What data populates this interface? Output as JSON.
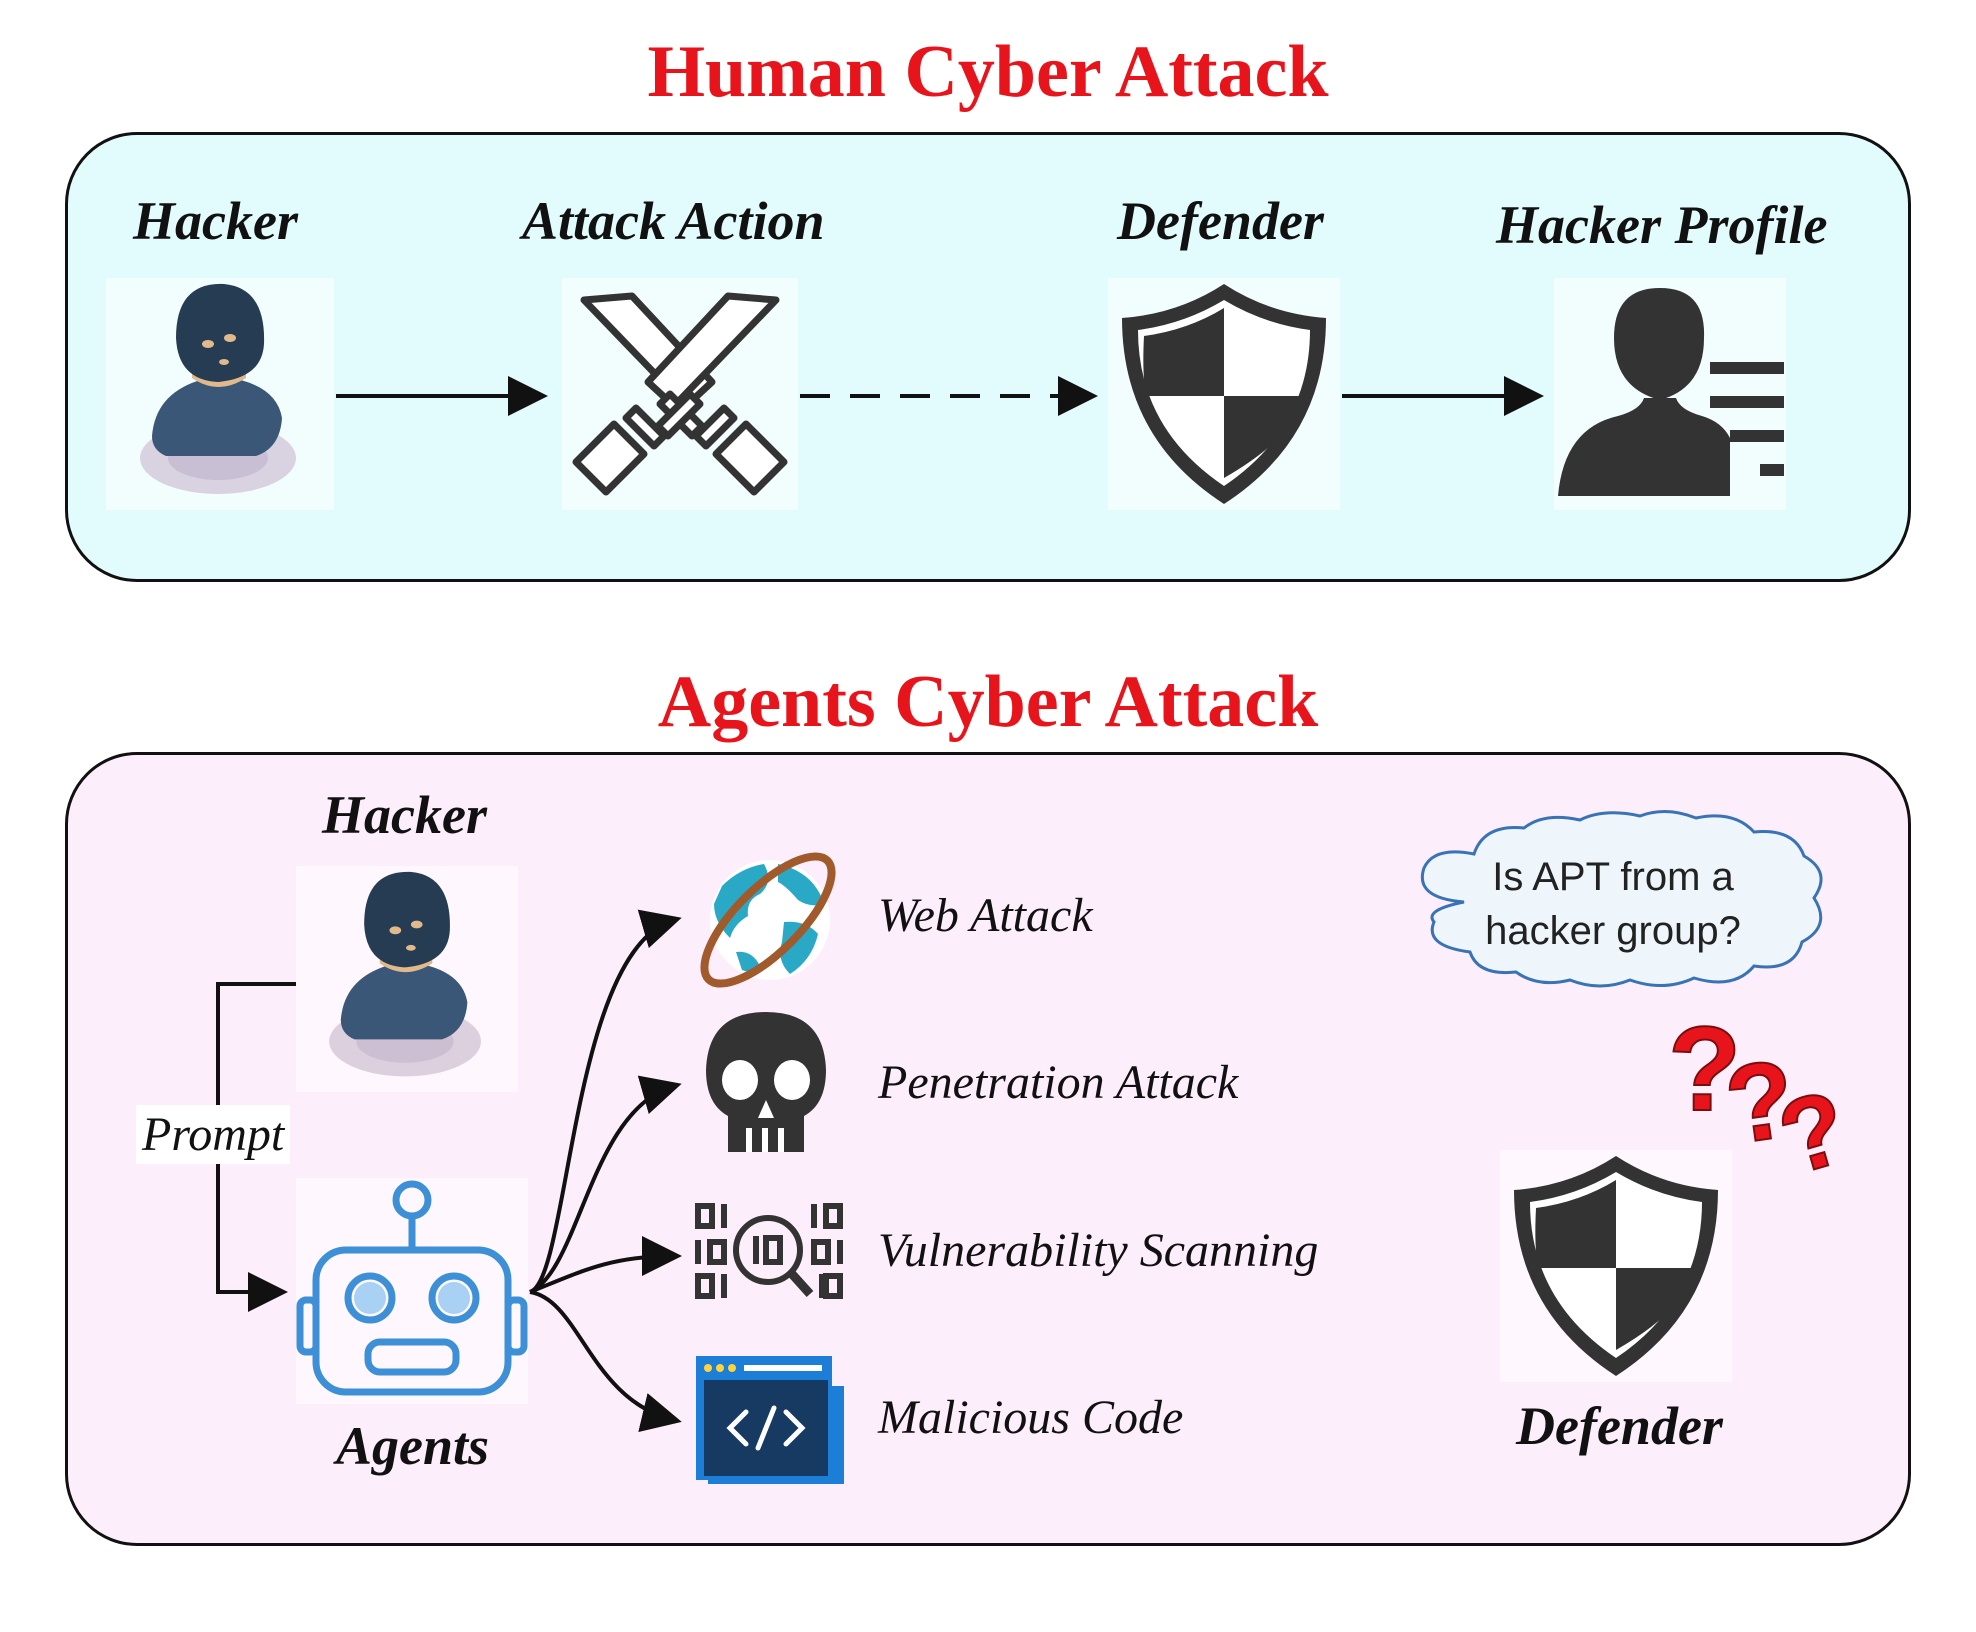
{
  "human_section": {
    "title": "Human Cyber Attack",
    "nodes": {
      "hacker": "Hacker",
      "attack_action": "Attack Action",
      "defender": "Defender",
      "hacker_profile": "Hacker Profile"
    }
  },
  "agents_section": {
    "title": "Agents Cyber Attack",
    "hacker": "Hacker",
    "agents": "Agents",
    "prompt": "Prompt",
    "attacks": {
      "web": "Web Attack",
      "penetration": "Penetration Attack",
      "vulnerability": "Vulnerability Scanning",
      "malicious": "Malicious Code"
    },
    "thought_bubble": {
      "line1": "Is APT from a",
      "line2": "hacker group?"
    },
    "question_marks": "???",
    "defender": "Defender"
  },
  "colors": {
    "title_red": "#e8141b",
    "panel_top_bg": "#e2fbfc",
    "panel_bottom_bg": "#fdeefc",
    "robot_blue": "#3d8fd6"
  },
  "icons": [
    "hacker-icon",
    "crossed-swords-icon",
    "shield-icon",
    "profile-icon",
    "robot-icon",
    "globe-icon",
    "skull-icon",
    "scan-icon",
    "code-window-icon",
    "cloud-icon"
  ]
}
